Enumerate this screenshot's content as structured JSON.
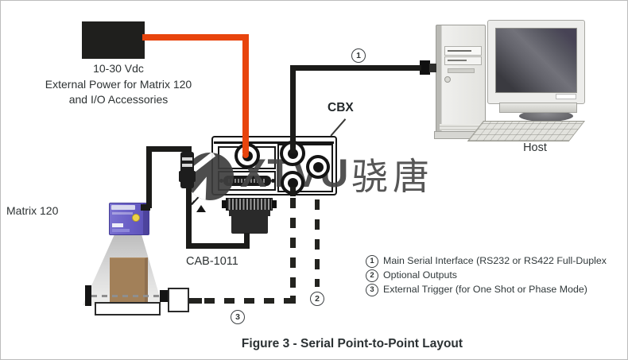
{
  "figure": {
    "caption": "Figure 3 - Serial Point-to-Point Layout"
  },
  "labels": {
    "power_lines": [
      "10-30 Vdc",
      "External Power for Matrix 120",
      "and I/O Accessories"
    ],
    "matrix_120": "Matrix 120",
    "cbx": "CBX",
    "cab_1011": "CAB-1011",
    "host": "Host"
  },
  "callouts": {
    "c1": "1",
    "c2": "2",
    "c3": "3"
  },
  "legend": {
    "items": [
      {
        "num": "1",
        "text": "Main Serial Interface (RS232 or RS422 Full-Duplex"
      },
      {
        "num": "2",
        "text": "Optional Outputs"
      },
      {
        "num": "3",
        "text": "External Trigger (for One Shot or Phase Mode)"
      }
    ]
  },
  "watermark": {
    "latin": "XTVU",
    "hanzi": "骁唐"
  },
  "colors": {
    "power_cable": "#e8440d",
    "data_cable": "#1b1b19",
    "scanner_body": "#675cc4",
    "package_brown": "#a28059",
    "text": "#2d3233"
  }
}
